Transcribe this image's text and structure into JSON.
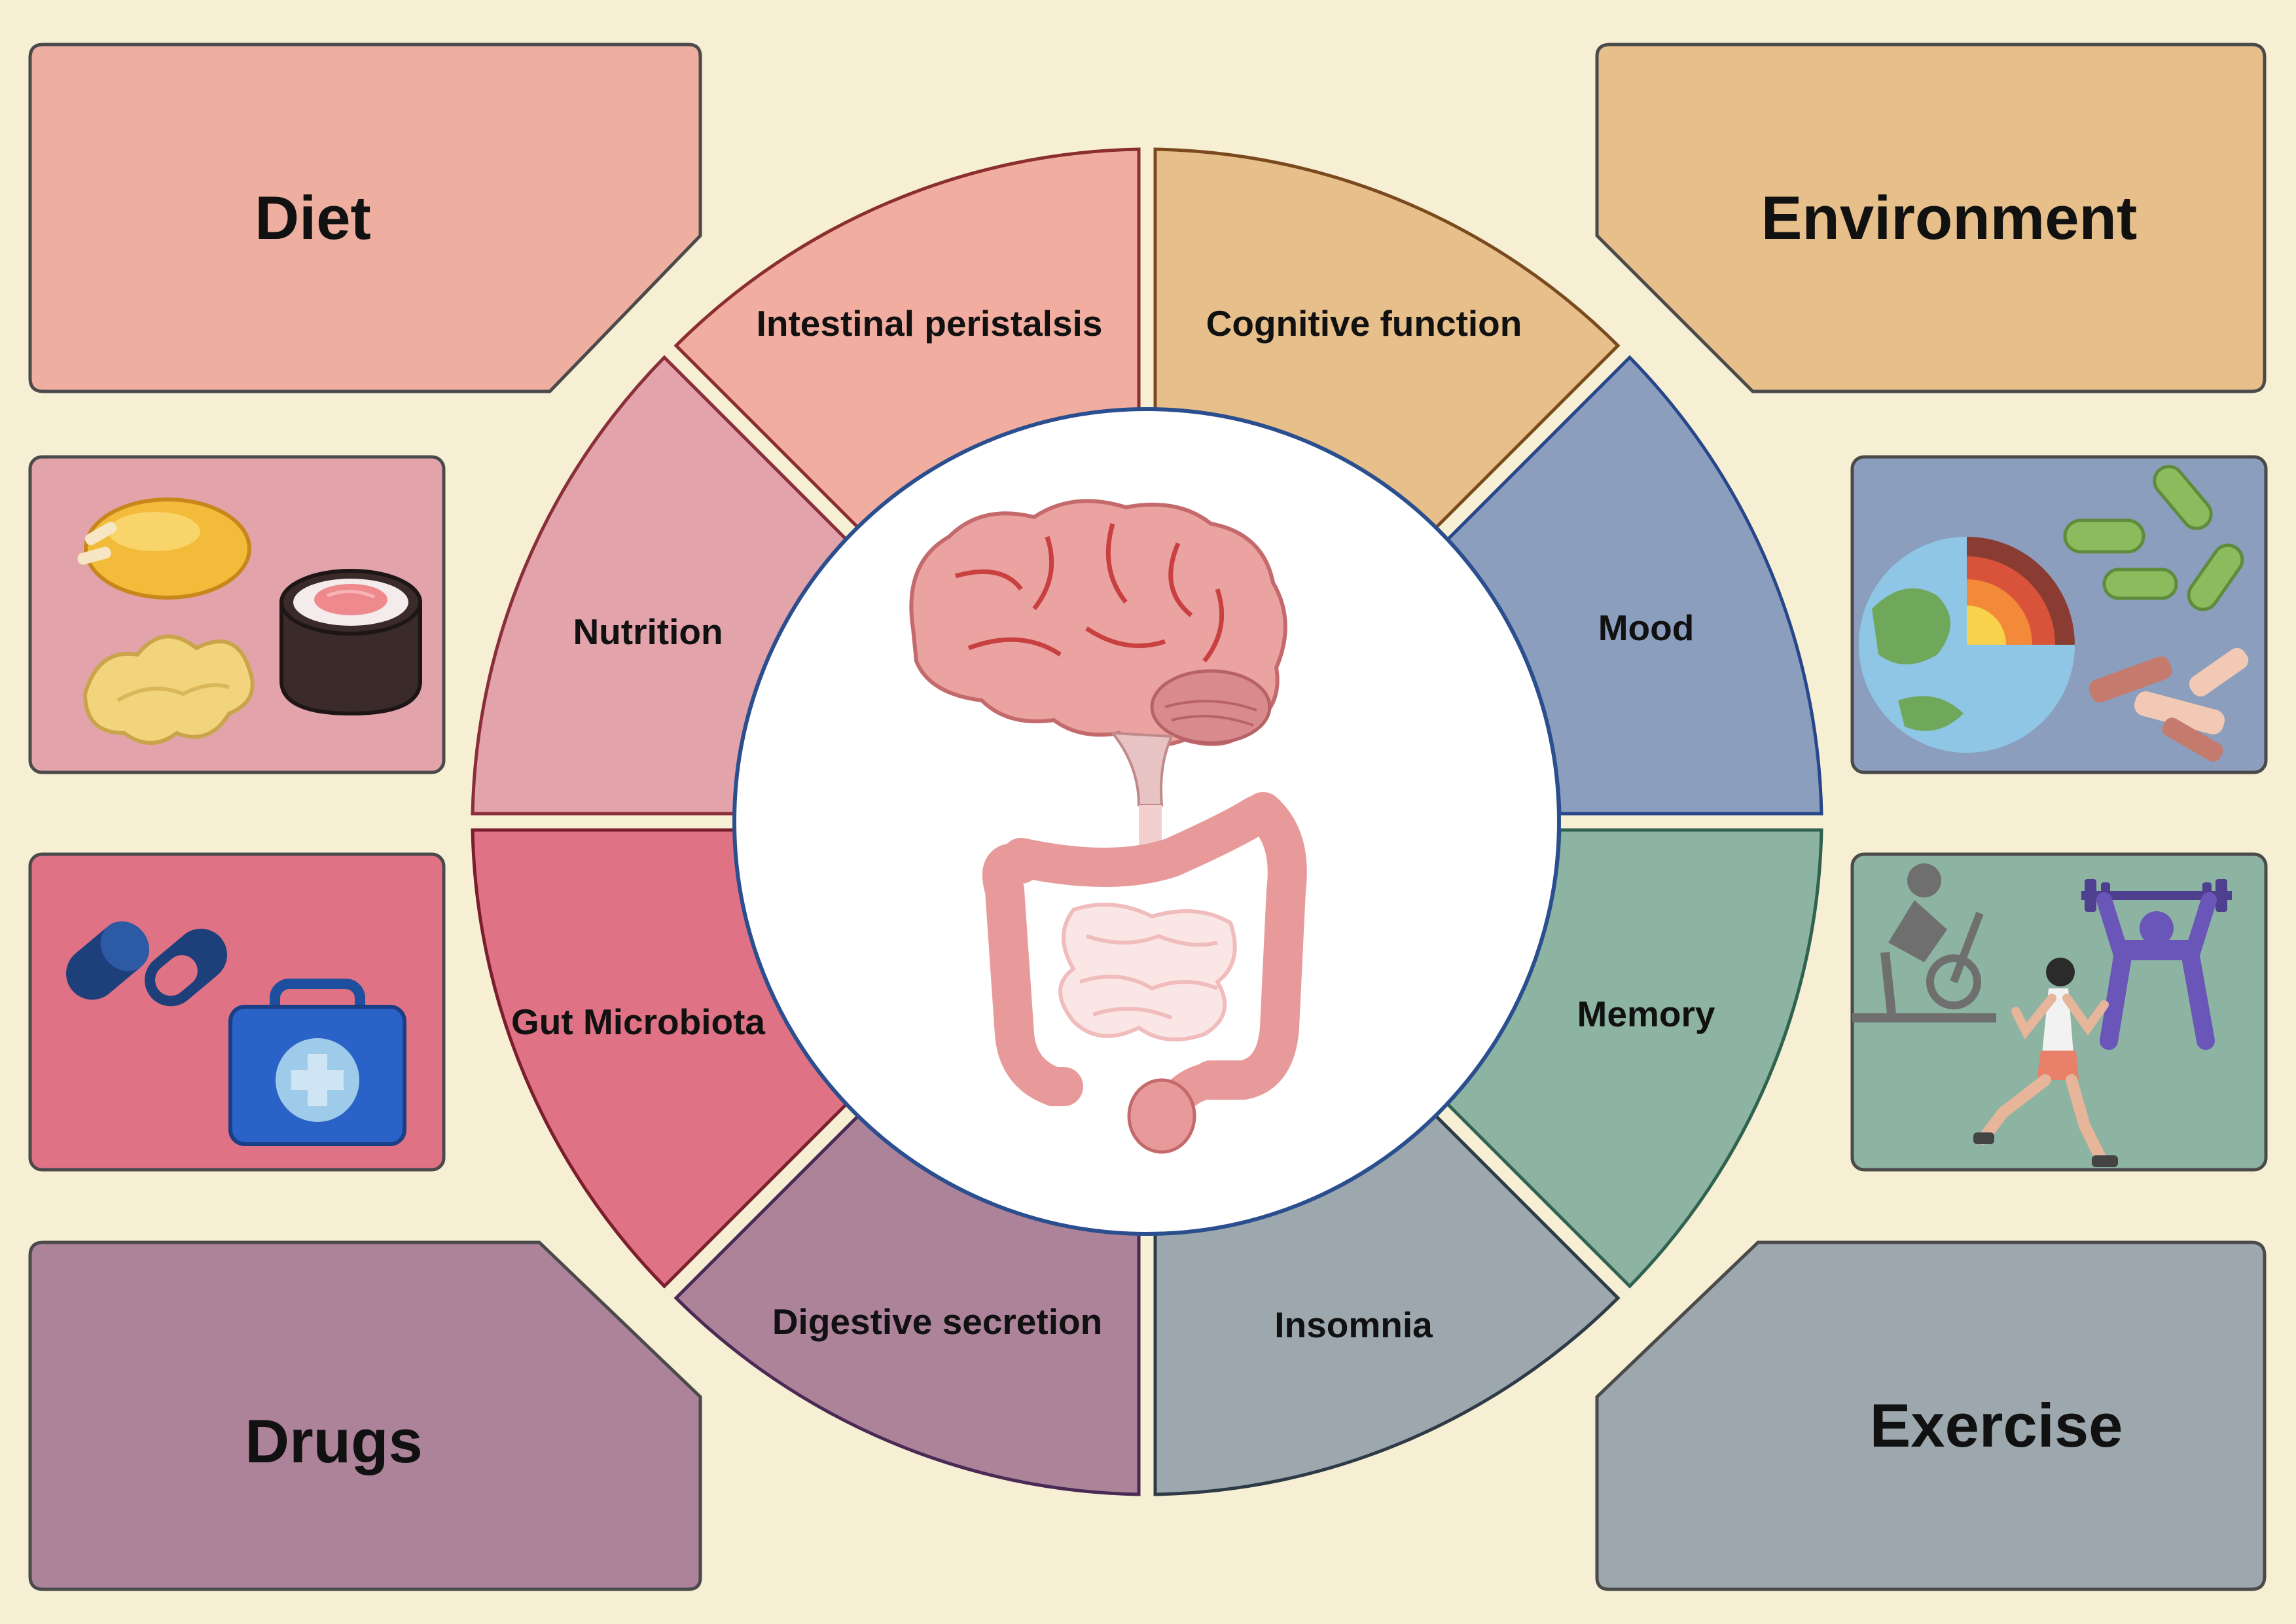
{
  "colors": {
    "background": "#f7efd3",
    "diet": "#eeafa1",
    "environment": "#e6bf8a",
    "drugs": "#ad839a",
    "exercise": "#9ca8ae",
    "diet_icons": "#e3a3aa",
    "drugs_icons": "#df7284",
    "environment_icons": "#8c9ebd",
    "exercise_icons": "#8db3a3",
    "center": "#ffffff",
    "center_outline": "#2b4f8e"
  },
  "factors": {
    "diet": "Diet",
    "environment": "Environment",
    "drugs": "Drugs",
    "exercise": "Exercise"
  },
  "segments": {
    "intestinal_peristalsis": "Intestinal peristalsis",
    "cognitive_function": "Cognitive function",
    "nutrition": "Nutrition",
    "mood": "Mood",
    "gut_microbiota": "Gut Microbiota",
    "memory": "Memory",
    "digestive_secretion": "Digestive secretion",
    "insomnia": "Insomnia"
  },
  "icons": {
    "diet": [
      "roast-chicken",
      "ginger",
      "sushi-roll"
    ],
    "drugs": [
      "capsule",
      "first-aid-kit"
    ],
    "environment": [
      "earth-cross-section",
      "bacteria",
      "microplastics"
    ],
    "exercise": [
      "stationary-bike",
      "weightlifter",
      "runner"
    ],
    "center": [
      "brain",
      "intestines"
    ]
  }
}
